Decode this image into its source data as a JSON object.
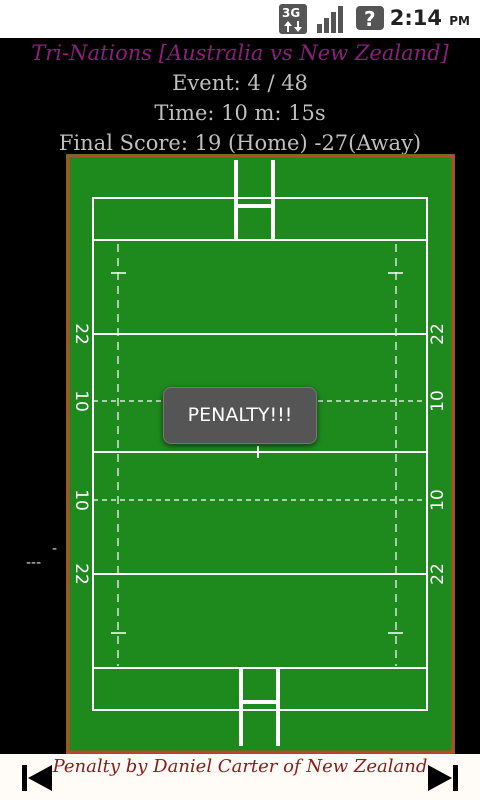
{
  "status_bar": {
    "network": "3G",
    "time": "2:14",
    "ampm": "PM",
    "icons": [
      "network-3g-icon",
      "signal-strength-icon",
      "unknown-notification-icon"
    ]
  },
  "header": {
    "title": "Tri-Nations [Australia vs New Zealand]",
    "event_line": "Event: 4 / 48",
    "time_line": "Time: 10 m: 15s",
    "score_line": "Final Score: 19 (Home) -27(Away)"
  },
  "field": {
    "labels_left": [
      "22",
      "10",
      "10",
      "22"
    ],
    "labels_right": [
      "22",
      "10",
      "10",
      "22"
    ],
    "colors": {
      "grass": "#1e8a1e",
      "border": "#b84a2a",
      "lines": "#ffffff"
    }
  },
  "side_marks": {
    "dash": "-",
    "triple_dash": "---"
  },
  "toast": {
    "text": "PENALTY!!!"
  },
  "footer": {
    "caption": "Penalty by Daniel Carter of New Zealand",
    "prev_icon": "skip-previous-icon",
    "next_icon": "skip-next-icon"
  }
}
